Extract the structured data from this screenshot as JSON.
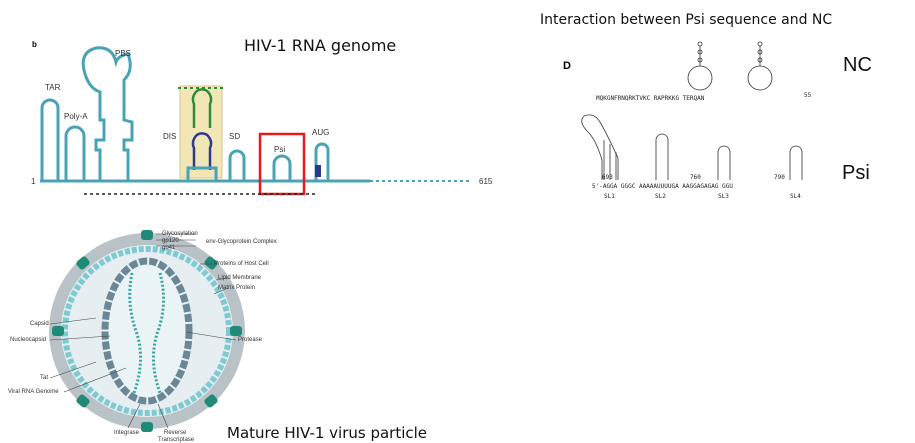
{
  "panel_genome": {
    "title": "HIV-1 RNA genome",
    "panel_letter": "b",
    "labels": {
      "tar": "TAR",
      "polya": "Poly-A",
      "pbs": "PBS",
      "dis": "DIS",
      "sd": "SD",
      "psi": "Psi",
      "aug": "AUG"
    },
    "start_number": "1",
    "end_number": "615",
    "colors": {
      "rna": "#4aa3b5",
      "dis_box": "#f2e6b6",
      "highlight": "#e31b1b"
    }
  },
  "panel_interaction": {
    "title": "Interaction between Psi sequence and NC",
    "panel_letter": "D",
    "nc_label": "NC",
    "psi_label": "Psi",
    "nc_sequence": "MQKGNFRNQRKTVKC   RAPRKKG   TERQAN",
    "nc_end": "55",
    "psi_sequence": "5'-AGGA GGGC AAAAAUUUUGA AAGGAGAGAG GGU",
    "psi_numbers": {
      "n1": "693",
      "n2": "760",
      "n3": "790"
    },
    "stem_loops": [
      "SL1",
      "SL2",
      "SL3",
      "SL4"
    ]
  },
  "panel_virion": {
    "title": "Mature HIV-1 virus particle",
    "labels": {
      "glycosylation": "Glycosylation",
      "gp120": "gp120",
      "gp41": "gp41",
      "env_complex": "env-Glycoprotein Complex",
      "host_proteins": "Proteins of Host Cell",
      "lipid": "Lipid Membrane",
      "matrix": "Matrix Protein",
      "capsid": "Capsid",
      "nucleocapsid": "Nucleocapsid",
      "tat": "Tat",
      "viral_rna": "Viral RNA Genome",
      "protease": "Protease",
      "integrase": "Integrase",
      "reverse": "Reverse",
      "transcriptase": "Transcriptase"
    },
    "colors": {
      "membrane": "#b9c2c7",
      "matrix": "#7fcad1",
      "capsid": "#6b8796",
      "rna": "#3aa39a",
      "spike": "#1f8a78"
    }
  }
}
